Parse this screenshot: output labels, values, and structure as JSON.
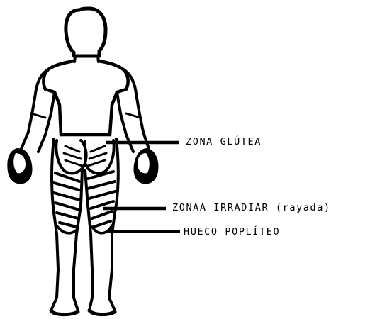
{
  "labels": {
    "glutea": "ZONA GLÚTEA",
    "irradiar": "ZONAA IRRADIAR (rayada)",
    "popliteo": "HUECO POPLÍTEO"
  },
  "colors": {
    "ink": "#000000",
    "background": "#ffffff"
  }
}
